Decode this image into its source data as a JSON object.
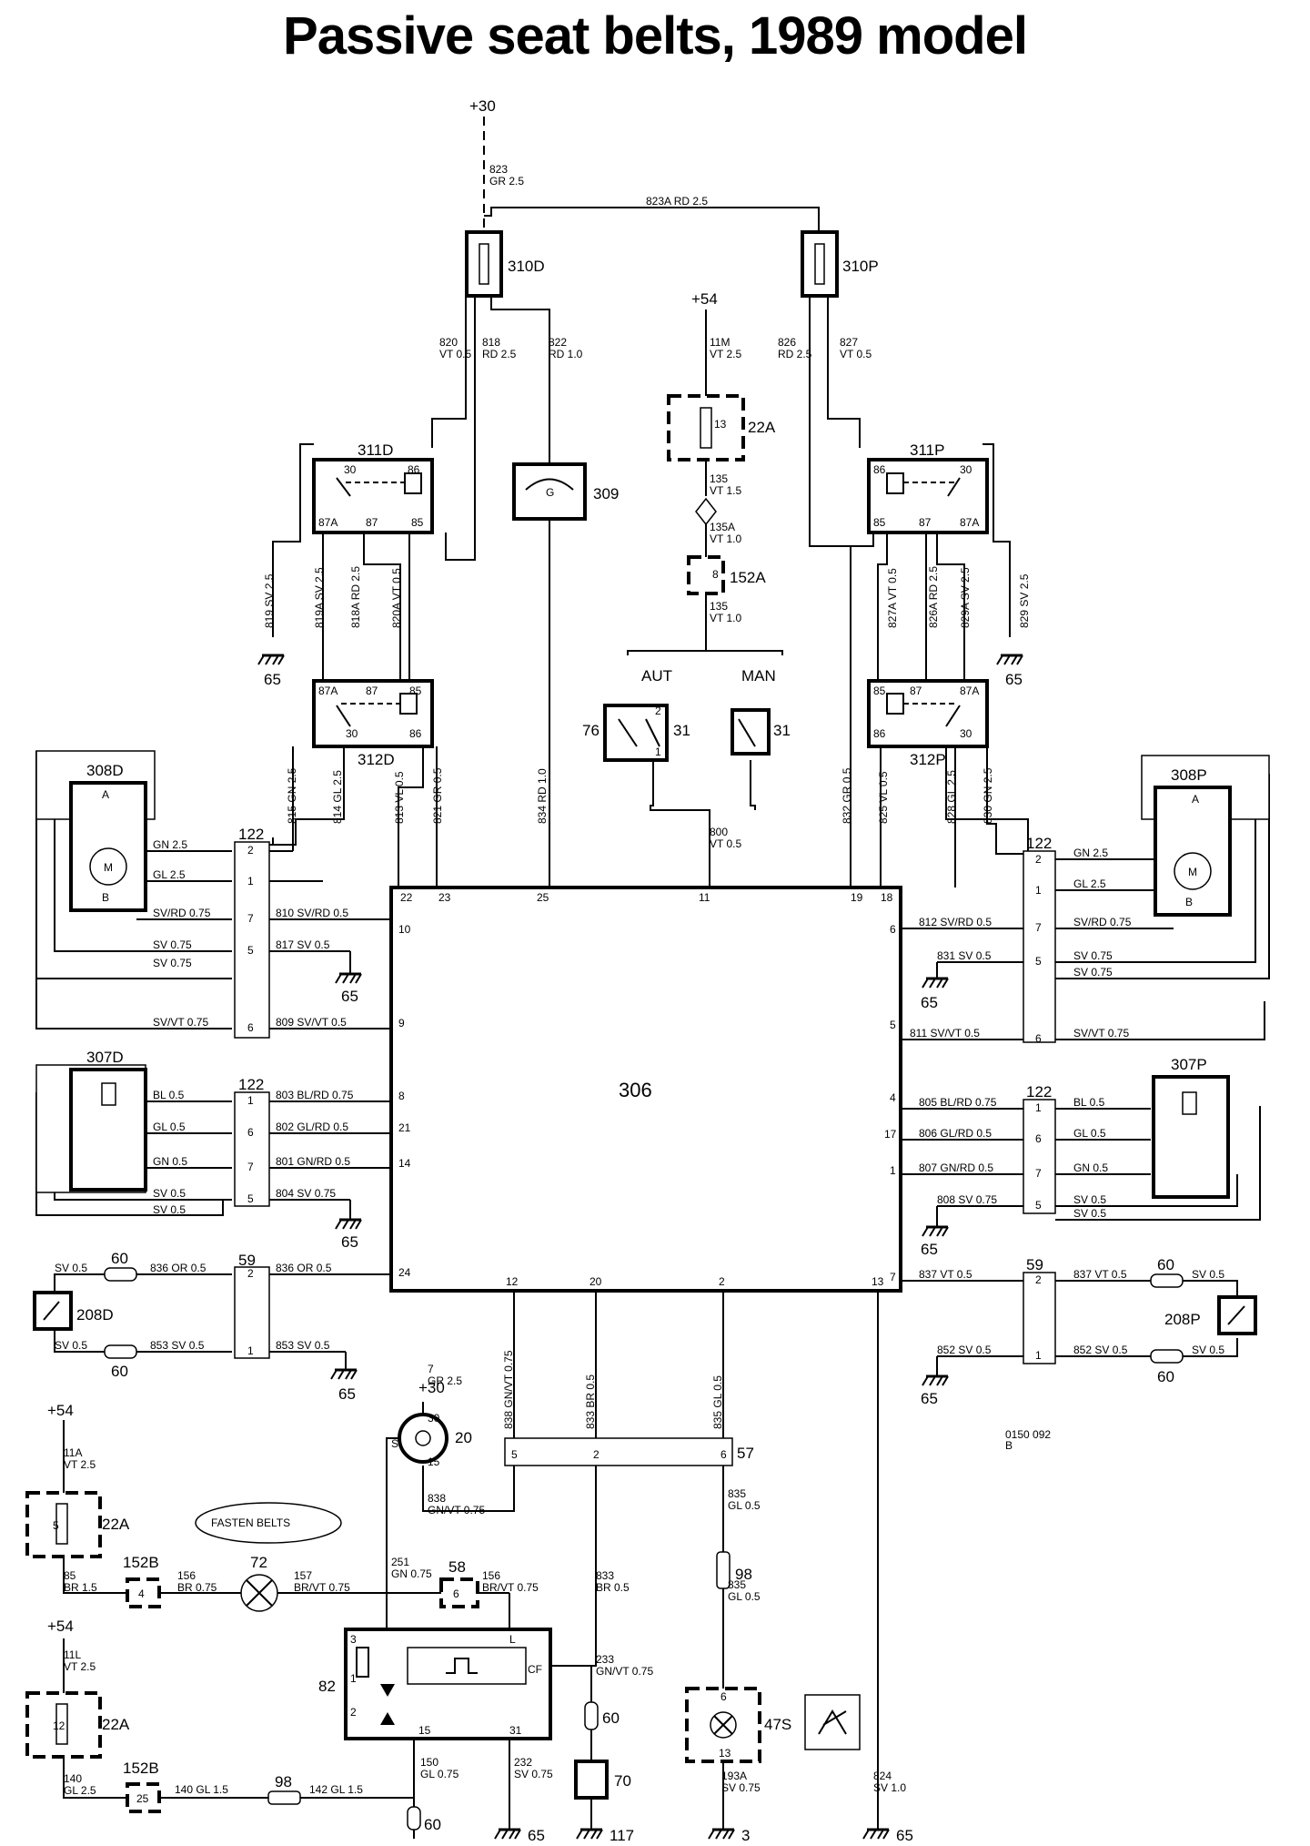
{
  "title": "Passive seat belts, 1989 model",
  "doc_code": [
    "0150 092",
    "B"
  ],
  "center_module": "306",
  "terminals": {
    "top_30": "+30",
    "mid_30": "+30",
    "top_54": "+54",
    "left_54_a": "+54",
    "left_54_b": "+54"
  },
  "component_labels": {
    "fuse_310d": "310D",
    "fuse_310p": "310P",
    "relay_311d": "311D",
    "relay_311p": "311P",
    "relay_312d": "312D",
    "relay_312p": "312P",
    "switch_309": "309",
    "fuse_22a_top": "22A",
    "conn_152a": "152A",
    "switch_76": "76",
    "switch_31a": "31",
    "switch_31b": "31",
    "aut": "AUT",
    "man": "MAN",
    "motor_308d": "308D",
    "motor_308p": "308P",
    "unit_307d": "307D",
    "unit_307p": "307P",
    "conn_122a": "122",
    "conn_122b": "122",
    "conn_122c": "122",
    "conn_122d": "122",
    "conn_59a": "59",
    "conn_59b": "59",
    "conn_60a": "60",
    "conn_60b": "60",
    "conn_60c": "60",
    "conn_60d": "60",
    "conn_60e": "60",
    "conn_60f": "60",
    "sw_208d": "208D",
    "sw_208p": "208P",
    "ignition_20": "20",
    "conn_57": "57",
    "conn_98a": "98",
    "conn_98b": "98",
    "fuse_22a_l1": "22A",
    "fuse_22a_l2": "22A",
    "conn_152b_a": "152B",
    "conn_152b_b": "152B",
    "lamp_72": "72",
    "conn_58": "58",
    "module_82": "82",
    "buzzer_70": "70",
    "lamp_47s": "47S",
    "fasten_belts": "FASTEN BELTS"
  },
  "grounds": [
    "65",
    "65",
    "65",
    "65",
    "65",
    "65",
    "65",
    "65",
    "65",
    "117",
    "3",
    "65"
  ],
  "wires": [
    "823",
    "GR 2.5",
    "823A RD 2.5",
    "820",
    "VT 0.5",
    "818",
    "RD 2.5",
    "822",
    "RD 1.0",
    "826",
    "RD 2.5",
    "827",
    "VT 0.5",
    "11M",
    "VT 2.5",
    "13",
    "135",
    "VT 1.5",
    "135A",
    "VT 1.0",
    "8",
    "135",
    "VT 1.0",
    "819 SV 2.5",
    "819A SV 2.5",
    "818A RD 2.5",
    "820A VT 0.5",
    "827A VT 0.5",
    "826A RD 2.5",
    "829A SV 2.5",
    "829 SV 2.5",
    "815 GN 2.5",
    "814 GL 2.5",
    "813 VL 0.5",
    "821 GR 0.5",
    "834 RD 1.0",
    "800",
    "VT 0.5",
    "832 GR 0.5",
    "825 VL 0.5",
    "828 GL 2.5",
    "830 GN 2.5",
    "GN 2.5",
    "GL 2.5",
    "SV/RD 0.75",
    "810 SV/RD 0.5",
    "SV 0.75",
    "817 SV 0.5",
    "SV 0.75",
    "SV/VT 0.75",
    "809 SV/VT 0.5",
    "BL 0.5",
    "803 BL/RD 0.75",
    "GL 0.5",
    "802 GL/RD 0.5",
    "GN 0.5",
    "801 GN/RD 0.5",
    "SV 0.5",
    "804 SV 0.75",
    "SV 0.5",
    "SV 0.5",
    "836 OR 0.5",
    "836 OR 0.5",
    "SV 0.5",
    "853 SV 0.5",
    "853 SV 0.5",
    "GN 2.5",
    "GL 2.5",
    "812 SV/RD 0.5",
    "SV/RD 0.75",
    "831 SV 0.5",
    "SV 0.75",
    "SV 0.75",
    "811 SV/VT 0.5",
    "SV/VT 0.75",
    "805 BL/RD 0.75",
    "BL 0.5",
    "806 GL/RD 0.5",
    "GL 0.5",
    "807 GN/RD 0.5",
    "GN 0.5",
    "808 SV 0.75",
    "SV 0.5",
    "SV 0.5",
    "837 VT 0.5",
    "837 VT 0.5",
    "SV 0.5",
    "852 SV 0.5",
    "852 SV 0.5",
    "SV 0.5",
    "7",
    "GR 2.5",
    "838 GN/VT 0.75",
    "833 BR 0.5",
    "835 GL 0.5",
    "838",
    "GN/VT 0.75",
    "835",
    "GL 0.5",
    "835",
    "GL 0.5",
    "11A",
    "VT 2.5",
    "85",
    "BR 1.5",
    "156",
    "BR 0.75",
    "157",
    "BR/VT 0.75",
    "156",
    "BR/VT 0.75",
    "251",
    "GN 0.75",
    "833",
    "BR 0.5",
    "233",
    "GN/VT 0.75",
    "11L",
    "VT 2.5",
    "140",
    "GL 2.5",
    "140 GL 1.5",
    "142 GL 1.5",
    "150",
    "GL 0.75",
    "232",
    "SV 0.75",
    "193A",
    "SV 0.75",
    "824",
    "SV 1.0"
  ],
  "pins": [
    "30",
    "86",
    "87A",
    "87",
    "85",
    "87A",
    "87",
    "85",
    "30",
    "86",
    "86",
    "30",
    "85",
    "87",
    "87A",
    "85",
    "87",
    "87A",
    "86",
    "30",
    "G",
    "2",
    "1",
    "A",
    "M",
    "B",
    "A",
    "M",
    "B",
    "22",
    "23",
    "25",
    "11",
    "19",
    "18",
    "10",
    "9",
    "8",
    "21",
    "14",
    "24",
    "6",
    "5",
    "4",
    "17",
    "1",
    "7",
    "12",
    "20",
    "2",
    "13",
    "2",
    "1",
    "7",
    "5",
    "6",
    "1",
    "6",
    "7",
    "5",
    "2",
    "1",
    "7",
    "5",
    "6",
    "1",
    "6",
    "7",
    "5",
    "2",
    "1",
    "2",
    "1",
    "30",
    "15",
    "S",
    "6",
    "2",
    "5",
    "5",
    "4",
    "6",
    "12",
    "25",
    "3",
    "1",
    "2",
    "15",
    "31",
    "L",
    "CF",
    "6",
    "13"
  ]
}
